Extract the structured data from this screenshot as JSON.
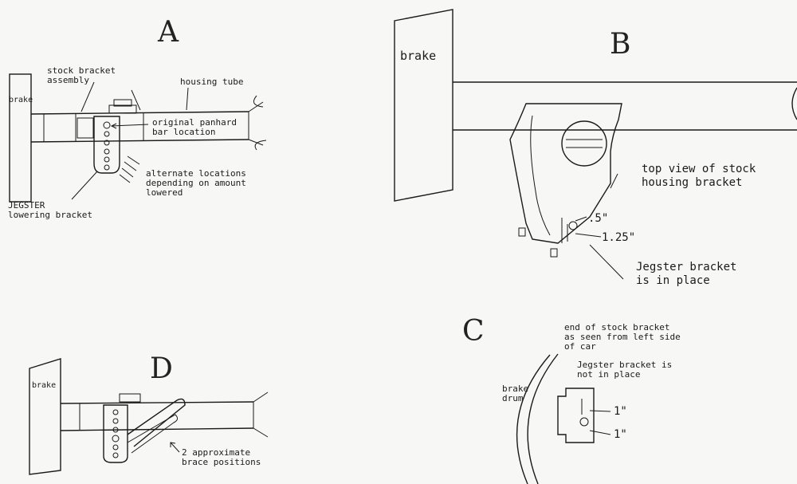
{
  "panel_a": {
    "letter": "A",
    "brake": "brake",
    "stock_bracket": "stock bracket\nassembly",
    "housing_tube": "housing tube",
    "original_panhard": "original panhard\nbar location",
    "alternate": "alternate locations\ndepending on amount\nlowered",
    "jegster": "JEGSTER\nlowering bracket"
  },
  "panel_b": {
    "letter": "B",
    "brake": "brake",
    "top_view": "top view of stock\nhousing bracket",
    "dim1": ".5\"",
    "dim2": "1.25\"",
    "jegster": "Jegster bracket\nis in place"
  },
  "panel_c": {
    "letter": "C",
    "end_of": "end of stock bracket\nas seen from left side\nof car",
    "not_in_place": "Jegster bracket is\nnot in place",
    "brake_drum": "brake\ndrum",
    "dim1": "1\"",
    "dim2": "1\""
  },
  "panel_d": {
    "letter": "D",
    "brake": "brake",
    "brace": "2 approximate\nbrace positions"
  }
}
